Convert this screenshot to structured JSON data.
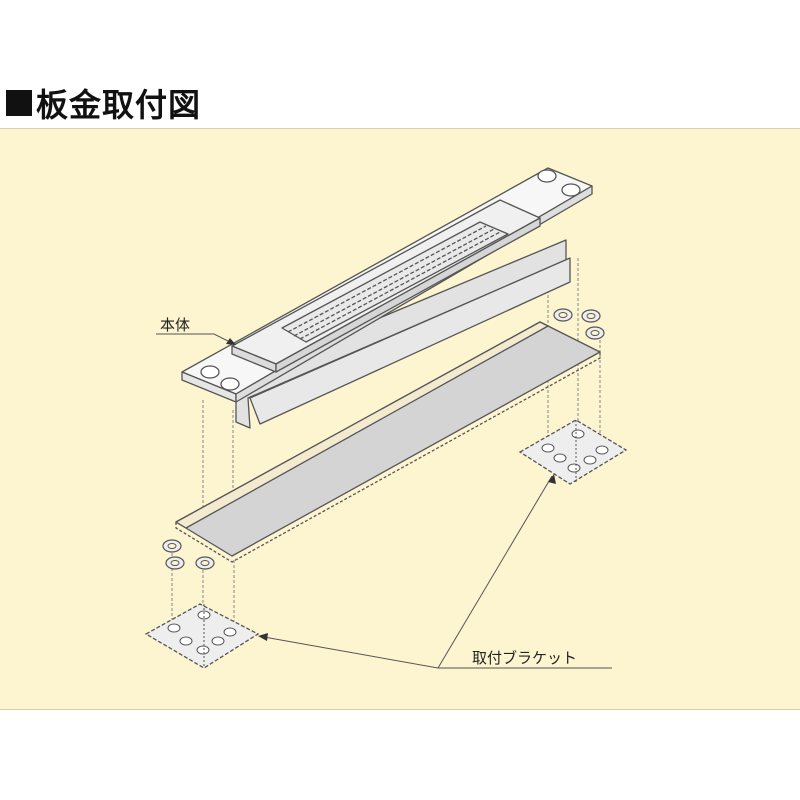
{
  "title": "板金取付図",
  "labels": {
    "body": "本体",
    "bracket": "取付ブラケット"
  },
  "colors": {
    "background": "#fdf4d0",
    "part_fill": "#f5f5f5",
    "plate_fill": "#d4d4d4",
    "line": "#555555"
  }
}
